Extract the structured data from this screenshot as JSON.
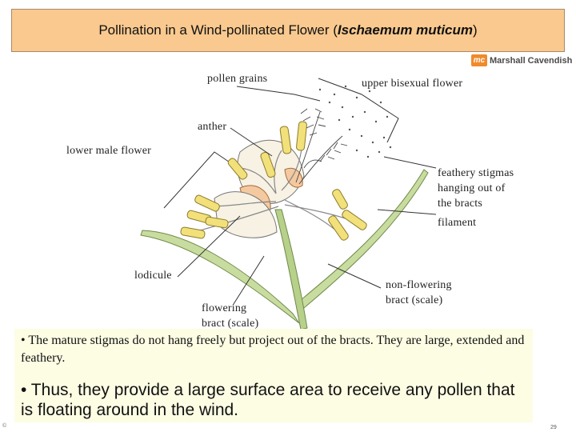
{
  "slide": {
    "title_prefix": "Pollination in a Wind-pollinated Flower (",
    "title_species": "Ischaemum muticum",
    "title_suffix": ")",
    "logo_mark": "mc",
    "logo_text": "Marshall Cavendish",
    "page_number": "29",
    "footer_left": "©"
  },
  "labels": {
    "pollen_grains": "pollen grains",
    "upper_flower": "upper bisexual flower",
    "anther": "anther",
    "lower_flower": "lower male flower",
    "stigmas_line1": "feathery stigmas",
    "stigmas_line2": "hanging out of",
    "stigmas_line3": "the bracts",
    "filament": "filament",
    "lodicule": "lodicule",
    "non_flowering_line1": "non-flowering",
    "non_flowering_line2": "bract (scale)",
    "flowering_line1": "flowering",
    "flowering_line2": "bract (scale)"
  },
  "notes": {
    "bullet1": "• The mature stigmas do not hang freely but project out of the bracts. They are large, extended and feathery.",
    "bullet2": "• Thus, they provide a large surface area to receive any pollen that is floating around in the wind."
  },
  "colors": {
    "title_bg": "#f9c98f",
    "anther": "#f2e07a",
    "bract": "#c9dca0",
    "lodicule": "#f4c9a0",
    "notes_bg": "#fdfde4",
    "logo": "#f08a2b"
  }
}
